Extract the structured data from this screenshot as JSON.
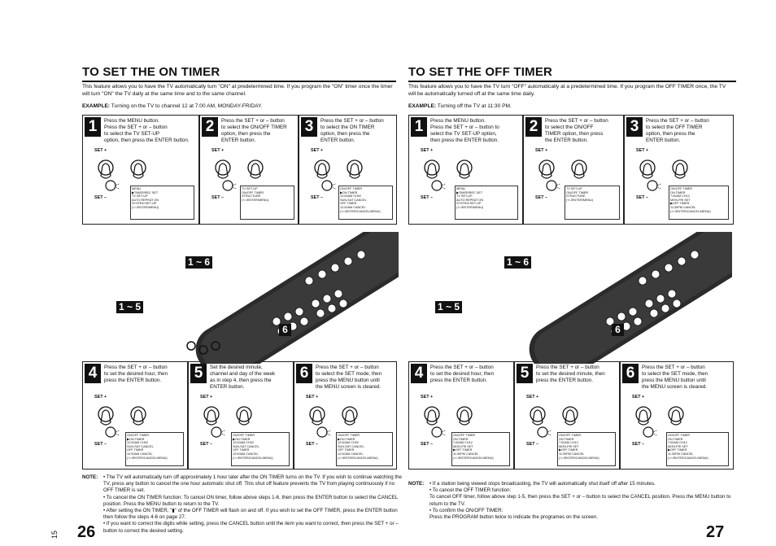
{
  "left": {
    "title": "TO SET THE ON TIMER",
    "intro": "This feature allows you to have the TV automatically turn \"ON\" at predetermined time. If you program the \"ON\" timer once the timer will turn \"ON\" the TV daily at the same time and to the same channel.",
    "example_label": "EXAMPLE:",
    "example_text": "Turning on the TV to channel 12 at 7:00 AM, MONDAY-FRIDAY.",
    "steps": [
      {
        "num": "1",
        "text": "Press the MENU button.\nPress the SET + or – button\nto select the TV SET-UP\noption, then press the ENTER button."
      },
      {
        "num": "2",
        "text": "Press the SET + or – button\nto select the ON/OFF TIMER\noption, then press the\nENTER button."
      },
      {
        "num": "3",
        "text": "Press the SET + or – button\nto select the ON TIMER\noption, then press the\nENTER button."
      },
      {
        "num": "4",
        "text": "Press the SET + or – button\nto set the desired hour, then\npress the ENTER button."
      },
      {
        "num": "5",
        "text": "Set the desired minute,\nchannel and day of the week\nas in step 4, then press the\nENTER button."
      },
      {
        "num": "6",
        "text": "Press the SET + or – button\nto select the SET mode, then\npress the MENU button until\nthe MENU screen is cleared."
      }
    ],
    "range_a": "1 ~ 6",
    "range_b": "1 ~ 5",
    "range_c": "6",
    "notes_label": "NOTE:",
    "notes": "• The TV will automatically turn off approximately 1 hour later after the ON TIMER turns on the TV. If you wish to continue watching the TV, press any button to cancel the one hour automatic shut off. This shut off feature prevents the TV from playing continuously if no OFF TIMER is set.\n• To cancel the ON TIMER function: To cancel ON timer, follow above steps 1-6, then press the ENTER button to select the CANCEL position. Press the MENU button to return to the TV.\n• After setting the ON TIMER, \"▮\" of the OFF TIMER will flash on and off. If you wish to set the OFF TIMER, press the ENTER button then follow the steps 4-6 on page 27.\n• If you want to correct the digits while setting, press the CANCEL button until the item you want to correct, then press the SET + or – button to correct the desired setting.",
    "page": "26",
    "side_num": "15"
  },
  "right": {
    "title": "TO SET THE OFF TIMER",
    "intro": "This feature allows you to have the TV turn \"OFF\" automatically at a predetermined time. If you program the OFF TIMER once, the TV will be automatically turned off at the same time daily.",
    "example_label": "EXAMPLE:",
    "example_text": "Turning off the TV at 11:30 PM.",
    "steps": [
      {
        "num": "1",
        "text": "Press the MENU button.\nPress the SET + or – button to\nselect the TV SET-UP option,\nthen press the ENTER button."
      },
      {
        "num": "2",
        "text": "Press the SET + or – button\nto select the ON/OFF\nTIMER option, then press\nthe ENTER button."
      },
      {
        "num": "3",
        "text": "Press the SET + or – button\nto select the OFF TIMER\noption, then press the\nENTER button."
      },
      {
        "num": "4",
        "text": "Press the SET + or – button\nto set the desired hour, then\npress the ENTER button."
      },
      {
        "num": "5",
        "text": "Press the SET + or – button\nto set the desired minute, then\npress the ENTER button."
      },
      {
        "num": "6",
        "text": "Press the SET + or – button\nto select the SET mode, then\npress the MENU button until\nthe MENU screen is cleared."
      }
    ],
    "range_a": "1 ~ 6",
    "range_b": "1 ~ 5",
    "range_c": "6",
    "notes_label": "NOTE:",
    "notes": "• If a station being viewed stops broadcasting, the TV will automatically shut itself off after 15 minutes.\n• To cancel the OFF TIMER function:\nTo cancel OFF timer, follow above step 1-5, then press the SET + or – button to select the CANCEL position. Press the MENU button to return to the TV.\n• To confirm the ON/OFF TIMER:\nPress the PROGRAM button twice to indicate the programes on the screen.",
    "page": "27"
  },
  "labels": {
    "set_plus": "SET +",
    "set_minus": "SET –",
    "menu": "MENU",
    "enter": "ENTER"
  },
  "screens": {
    "menu": "MENU\n▶TIMER/REC SET\nTV SET-UP\nAUTO REPEAT ON\nSYSTEM SET-UP\n(+/-/ENTER/MENU)",
    "setup": "TV SET-UP\nON/OFF TIMER\nSTRUCTURE\n(+/-/ENTER/MENU)",
    "ontimer": "ON/OFF TIMER\n▶ON TIMER\n12:00AM CH02\nSUN-SAT CANCEL\nOFF TIMER\n12:00AM CANCEL\n(+/-/ENTER/CANCEL/MENU)",
    "offtimer": "ON/OFF TIMER\nON TIMER\n7:00AM CH12\nMON-FRI SET\n▶OFF TIMER\n11:30PM CANCEL\n(+/-/ENTER/CANCEL/MENU)"
  },
  "colors": {
    "ink": "#111111",
    "remote": "#2b2b2b",
    "paper": "#ffffff"
  }
}
